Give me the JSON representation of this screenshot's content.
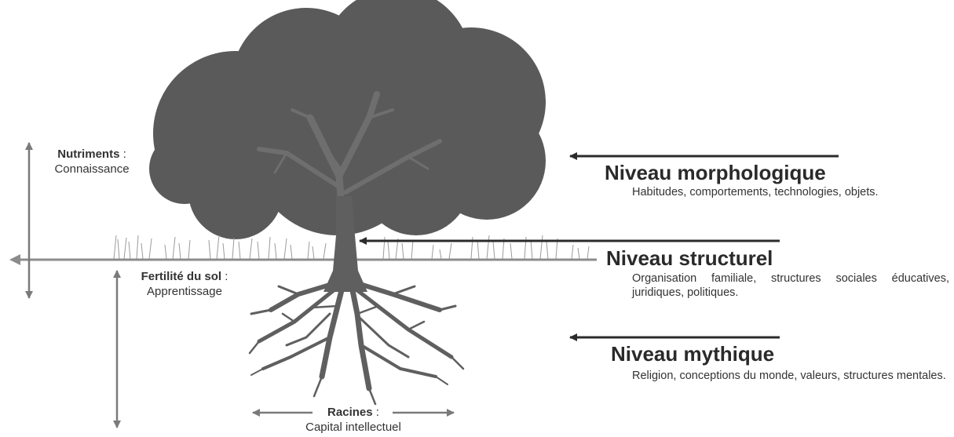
{
  "labels": {
    "nutriments": {
      "bold": "Nutriments",
      "sep": " :",
      "sub": "Connaissance"
    },
    "fertilite": {
      "bold": "Fertilité du sol",
      "sep": " :",
      "sub": "Apprentissage"
    },
    "racines": {
      "bold": "Racines",
      "sep": " :",
      "sub": "Capital intellectuel"
    }
  },
  "levels": [
    {
      "title": "Niveau morphologique",
      "desc": "Habitudes, comportements, technologies, objets."
    },
    {
      "title": "Niveau structurel",
      "desc": "Organisation familiale, structures sociales éducatives, juridiques, politiques."
    },
    {
      "title": "Niveau mythique",
      "desc": "Religion, conceptions du monde, valeurs, structures mentales."
    }
  ],
  "colors": {
    "canopy": "#5a5a5a",
    "trunk": "#5f5f5f",
    "ground": "#8c8c8c",
    "arrow_dark": "#2b2b2b",
    "arrow_grey": "#7a7a7a",
    "grass": "#9a9a9a"
  }
}
